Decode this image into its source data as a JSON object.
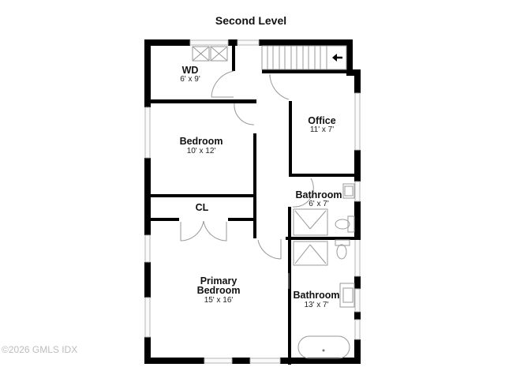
{
  "plan": {
    "title": "Second Level",
    "watermark": "©2026 GMLS IDX",
    "rooms": [
      {
        "id": "wd",
        "name": "WD",
        "dims": "6' x 9'"
      },
      {
        "id": "office",
        "name": "Office",
        "dims": "11' x 7'"
      },
      {
        "id": "bedroom",
        "name": "Bedroom",
        "dims": "10' x 12'"
      },
      {
        "id": "cl",
        "name": "CL",
        "dims": ""
      },
      {
        "id": "bath1",
        "name": "Bathroom",
        "dims": "6' x 7'"
      },
      {
        "id": "primary",
        "name_line1": "Primary",
        "name_line2": "Bedroom",
        "dims": "15' x 16'"
      },
      {
        "id": "bath2",
        "name": "Bathroom",
        "dims": "13' x 7'"
      }
    ],
    "icons": [
      "stairs-arrow-left-icon",
      "washer-icon",
      "dryer-icon",
      "toilet-icon",
      "sink-icon",
      "shower-icon",
      "bathtub-icon"
    ],
    "colors": {
      "wall": "#000000",
      "window": "#b5b5b5",
      "fixture": "#9a9a9a",
      "watermark": "#bdbdbd"
    }
  }
}
